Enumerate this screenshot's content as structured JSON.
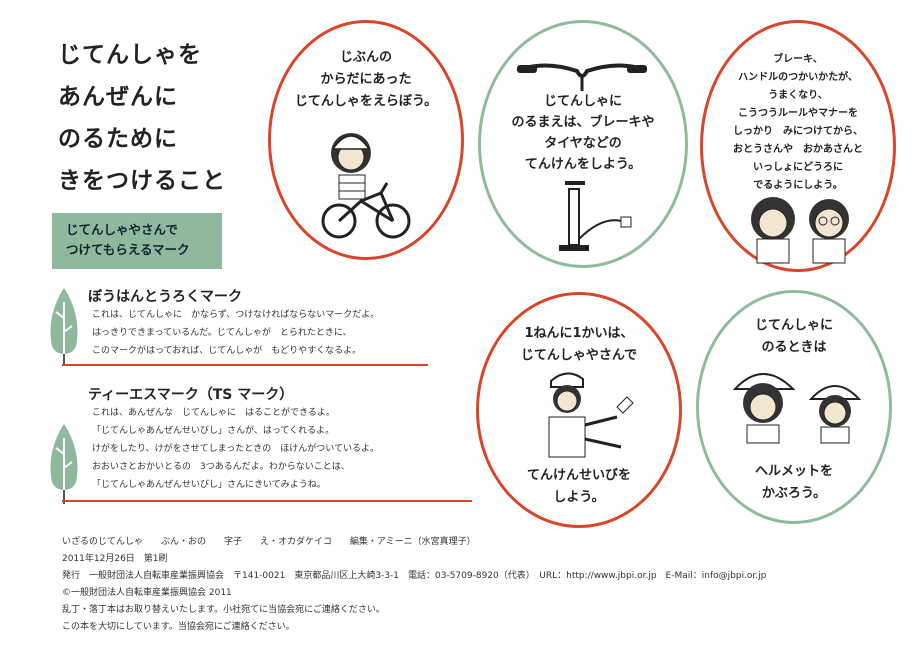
{
  "title": {
    "lines": [
      "じてんしゃを",
      "あんぜんに",
      "のるためにきをつけること"
    ],
    "line1": "じてんしゃを",
    "line2": "あんぜんに",
    "line3": "のるために",
    "line4": "きをつけること"
  },
  "marks_box": {
    "line1": "じてんしゃやさんで",
    "line2": "つけてもらえるマーク"
  },
  "bouhan": {
    "title": "ぼうはんとうろくマーク",
    "lines": [
      "これは、じてんしゃに　かならず、つけなければならないマークだよ。",
      "はっきりできまっているんだ。じてんしゃが　とられたときに、",
      "このマークがはっておれば、じてんしゃが　もどりやすくなるよ。"
    ]
  },
  "ts": {
    "title": "ティーエスマーク（TS マーク）",
    "lines": [
      "これは、あんぜんな　じてんしゃに　はることができるよ。",
      "「じてんしゃあんぜんせいびし」さんが、はってくれるよ。",
      "けがをしたり、けがをさせてしまったときの　ほけんがついているよ。",
      "おおいさとおかいとるの　3つあるんだよ。わからないことは、",
      "「じてんしゃあんぜんせいびし」さんにきいてみようね。"
    ]
  },
  "circles": {
    "c1": {
      "lines": [
        "じぶんの",
        "からだにあった",
        "じてんしゃをえらぼう。"
      ]
    },
    "c2": {
      "lines": [
        "じてんしゃに",
        "のるまえは、ブレーキや",
        "タイヤなどの",
        "てんけんをしよう。"
      ]
    },
    "c3": {
      "lines": [
        "ブレーキ、",
        "ハンドルのつかいかたが、",
        "うまくなり、",
        "こうつうルールやマナーを",
        "しっかり　みにつけてから、",
        "おとうさんや　おかあさんと",
        "いっしょにどうろに",
        "でるようにしよう。"
      ]
    },
    "c4": {
      "top": [
        "1ねんに1かいは、",
        "じてんしゃやさんで"
      ],
      "bottom": [
        "てんけんせいびを",
        "しよう。"
      ]
    },
    "c5": {
      "top": [
        "じてんしゃに",
        "のるときは"
      ],
      "bottom": [
        "ヘルメットを",
        "かぶろう。"
      ]
    }
  },
  "footer": {
    "line1": "いざるのじてんしゃ　　ぶん・おの　　字子　　え・オカダケイコ　　編集・アミーニ（水宮真理子）",
    "line2": "2011年12月26日　第1刷",
    "line3": "発行　一般財団法人自転車産業振興協会　〒141-0021　東京都品川区上大崎3-3-1　電話：03-5709-8920（代表）　URL：http://www.jbpi.or.jp　E-Mail：info@jbpi.or.jp",
    "line4": "©一般財団法人自転車産業振興協会 2011",
    "line5": "乱丁・落丁本はお取り替えいたします。小社宛てに当協会宛にご連絡ください。",
    "line6": "この本を大切にしています。当協会宛にご連絡ください。"
  },
  "colors": {
    "red": "#d9452b",
    "green": "#8fbb9a",
    "box": "#8fb89c"
  }
}
